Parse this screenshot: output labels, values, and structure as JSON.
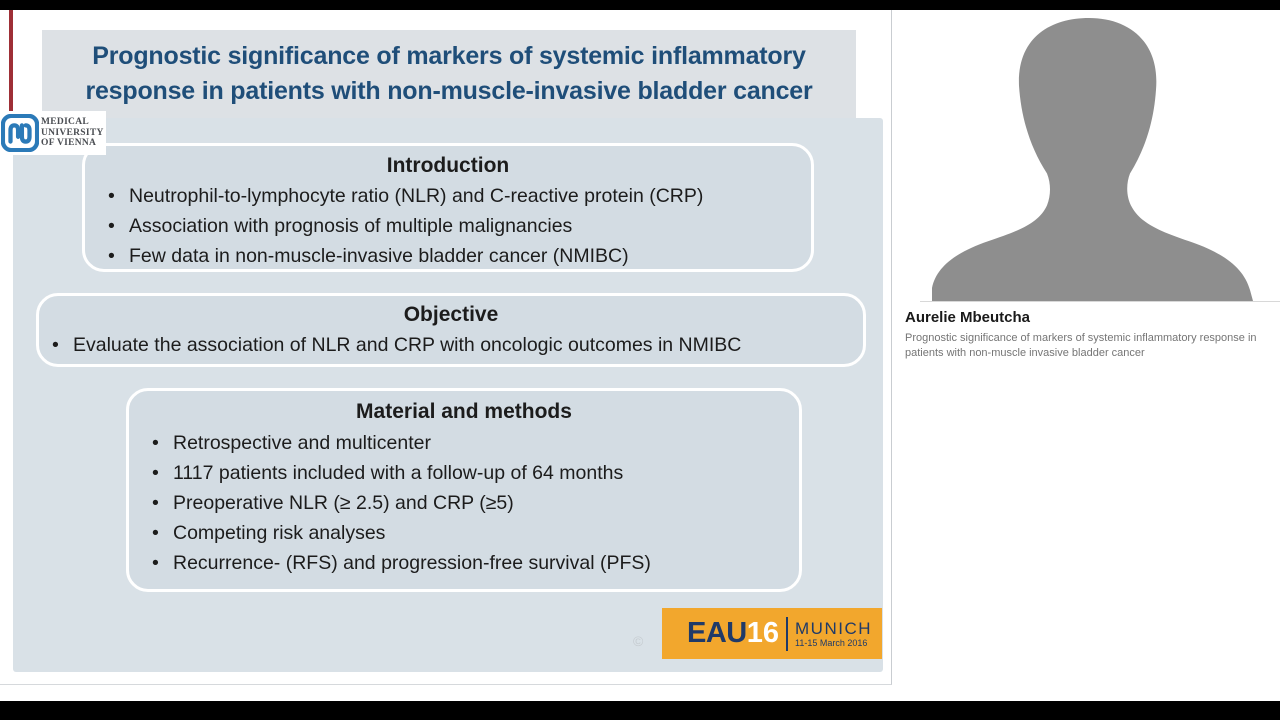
{
  "slide": {
    "title": {
      "line1": "Prognostic significance of markers of systemic inflammatory",
      "line2": "response in patients with non-muscle-invasive bladder cancer"
    },
    "university_logo": {
      "line1": "MEDICAL",
      "line2": "UNIVERSITY",
      "line3": "OF VIENNA"
    },
    "sections": [
      {
        "heading": "Introduction",
        "bullets": [
          "Neutrophil-to-lymphocyte ratio (NLR) and C-reactive protein (CRP)",
          "Association with prognosis of multiple malignancies",
          "Few data in non-muscle-invasive bladder cancer (NMIBC)"
        ]
      },
      {
        "heading": "Objective",
        "bullets": [
          "Evaluate the association of NLR and CRP with oncologic outcomes in NMIBC"
        ]
      },
      {
        "heading": "Material and methods",
        "bullets": [
          "Retrospective and multicenter",
          "1117 patients included with a follow-up of 64 months",
          "Preoperative NLR (≥ 2.5) and CRP (≥5)",
          "Competing risk analyses",
          "Recurrence- (RFS) and progression-free survival (PFS)"
        ]
      }
    ],
    "event_logo": {
      "eau": "EAU",
      "year": "16",
      "city": "MUNICH",
      "dates": "11-15 March 2016"
    },
    "copyright_mark": "©"
  },
  "speaker": {
    "name": "Aurelie Mbeutcha",
    "talk_title": "Prognostic significance of markers of systemic inflammatory response in patients with non-muscle invasive bladder cancer"
  },
  "ui": {
    "bullet": "•"
  },
  "colors": {
    "title_navy": "#1F4E79",
    "accent_red": "#9E2F36",
    "panel_gray": "#D9E1E7",
    "box_gray": "#D3DCE3",
    "event_orange": "#F2A72D",
    "event_navy": "#1F3A68",
    "avatar_gray": "#8E8E8E",
    "letterbox_black": "#000000"
  }
}
